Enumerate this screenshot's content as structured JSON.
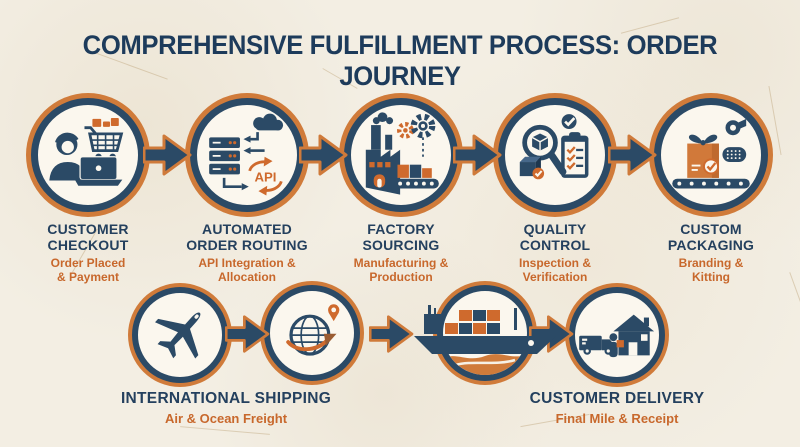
{
  "title": "COMPREHENSIVE FULFILLMENT PROCESS: ORDER JOURNEY",
  "colors": {
    "background": "#f3eee3",
    "navy": "#2b4a66",
    "orange": "#cf6a2d",
    "ring_orange": "#d07b3a",
    "heading": "#24405e",
    "subtitle": "#c8682c",
    "title": "#1d3b5b"
  },
  "steps": [
    {
      "name": "customer-checkout",
      "title_lines": [
        "CUSTOMER",
        "CHECKOUT"
      ],
      "subtitle_lines": [
        "Order Placed",
        "& Payment"
      ],
      "icon": "woman-laptop-cart-icon"
    },
    {
      "name": "automated-order-routing",
      "title_lines": [
        "AUTOMATED",
        "ORDER ROUTING"
      ],
      "subtitle_lines": [
        "API Integration &",
        "Allocation"
      ],
      "icon": "server-cloud-api-icon",
      "icon_text": "API"
    },
    {
      "name": "factory-sourcing",
      "title_lines": [
        "FACTORY",
        "SOURCING"
      ],
      "subtitle_lines": [
        "Manufacturing &",
        "Production"
      ],
      "icon": "factory-conveyor-icon"
    },
    {
      "name": "quality-control",
      "title_lines": [
        "QUALITY",
        "CONTROL"
      ],
      "subtitle_lines": [
        "Inspection &",
        "Verification"
      ],
      "icon": "magnifier-checklist-icon"
    },
    {
      "name": "custom-packaging",
      "title_lines": [
        "CUSTOM",
        "PACKAGING"
      ],
      "subtitle_lines": [
        "Branding &",
        "Kitting"
      ],
      "icon": "giftbox-conveyor-icon"
    }
  ],
  "bottom_steps": [
    {
      "name": "international-shipping",
      "title": "INTERNATIONAL SHIPPING",
      "subtitle": "Air & Ocean Freight",
      "icons": [
        "airplane-icon",
        "globe-route-icon"
      ]
    },
    {
      "name": "ocean-transit",
      "icons": [
        "cargo-ship-icon"
      ]
    },
    {
      "name": "customer-delivery",
      "title": "CUSTOMER DELIVERY",
      "subtitle": "Final Mile & Receipt",
      "icons": [
        "truck-home-icon"
      ]
    }
  ],
  "flow": {
    "arrow_icon": "flow-arrow-icon",
    "top_arrow_count": 4,
    "bottom_arrow_count": 3
  }
}
